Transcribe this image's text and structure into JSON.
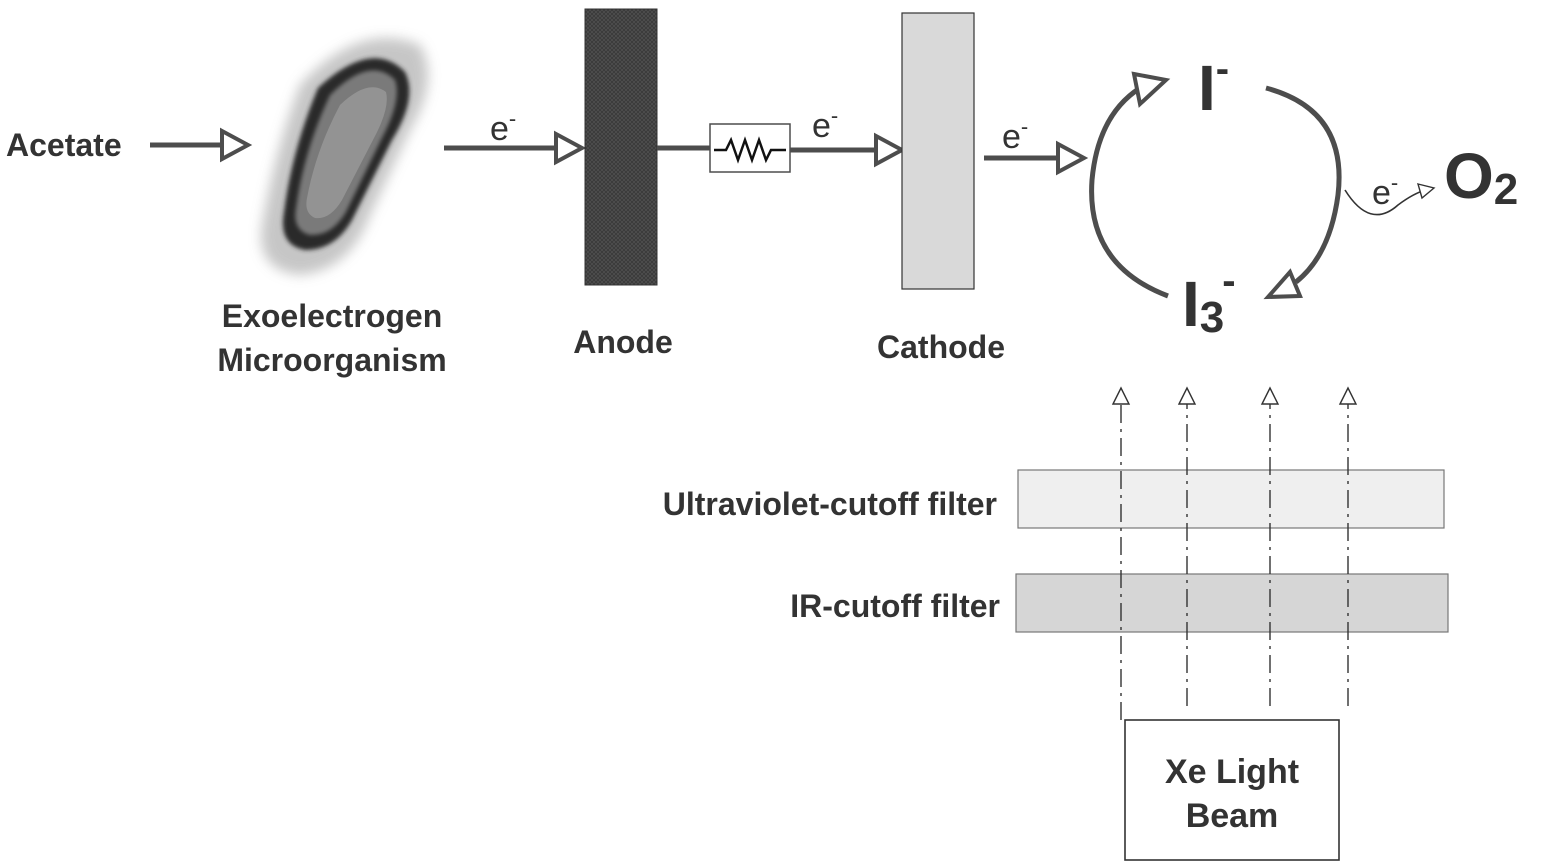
{
  "labels": {
    "acetate": "Acetate",
    "microbe_line1": "Exoelectrogen",
    "microbe_line2": "Microorganism",
    "anode": "Anode",
    "cathode": "Cathode",
    "iodide": "I",
    "iodide_charge": "-",
    "triiodide": "I",
    "triiodide_sub": "3",
    "triiodide_charge": "-",
    "oxygen": "O",
    "oxygen_sub": "2",
    "uv_filter": "Ultraviolet-cutoff filter",
    "ir_filter": "IR-cutoff filter",
    "light_line1": "Xe Light",
    "light_line2": "Beam"
  },
  "electron_labels": [
    {
      "base": "e",
      "charge": "-"
    },
    {
      "base": "e",
      "charge": "-"
    },
    {
      "base": "e",
      "charge": "-"
    },
    {
      "base": "e",
      "charge": "-"
    }
  ],
  "colors": {
    "stroke": "#4d4d4d",
    "anode_fill": "#3a3a3a",
    "cathode_fill": "#d9d9d9",
    "uv_filter_fill": "#efefef",
    "ir_filter_fill": "#d6d6d6",
    "microbe_dark": "#2b2b2b",
    "microbe_halo": "#bdbdbd"
  },
  "icons": {
    "microbe": "bacterium-micrograph",
    "resistor": "resistor-symbol"
  }
}
